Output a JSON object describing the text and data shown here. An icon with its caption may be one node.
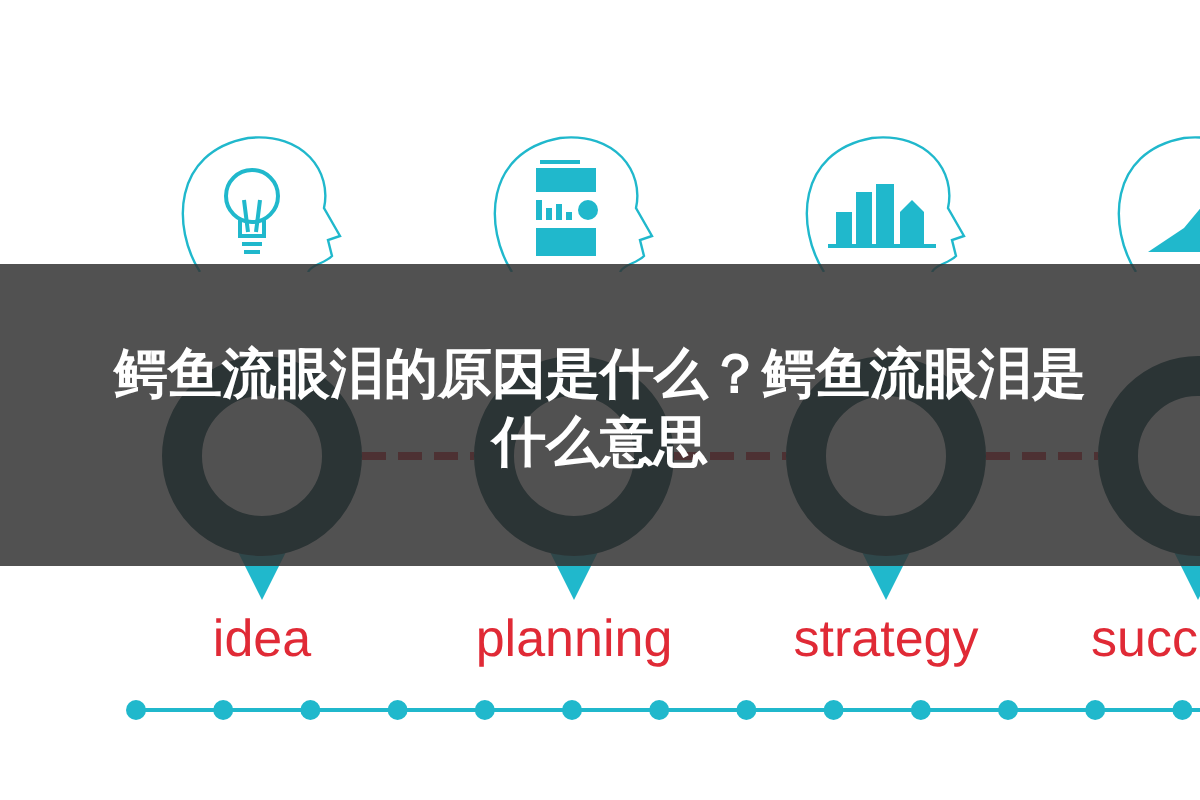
{
  "diagram": {
    "title": "鳄鱼流眼泪的原因是什么？鳄鱼流眼泪是什么意思",
    "nodes": [
      {
        "text": [],
        "shape": "circle",
        "beside": [
          "idea"
        ]
      },
      {
        "text": [],
        "shape": "circle",
        "beside": [
          "planning"
        ]
      },
      {
        "text": [],
        "shape": "circle",
        "beside": [
          "strategy"
        ]
      },
      {
        "text": [],
        "shape": "circle",
        "beside": [
          "succ"
        ]
      }
    ],
    "edges": [
      {
        "from": 0,
        "to": 1,
        "arrow": "none",
        "style": "dashed",
        "color": "#e02a36"
      },
      {
        "from": 1,
        "to": 2,
        "arrow": "none",
        "style": "dashed",
        "color": "#e02a36"
      },
      {
        "from": 2,
        "to": 3,
        "arrow": "none",
        "style": "dashed",
        "color": "#e02a36"
      }
    ]
  }
}
